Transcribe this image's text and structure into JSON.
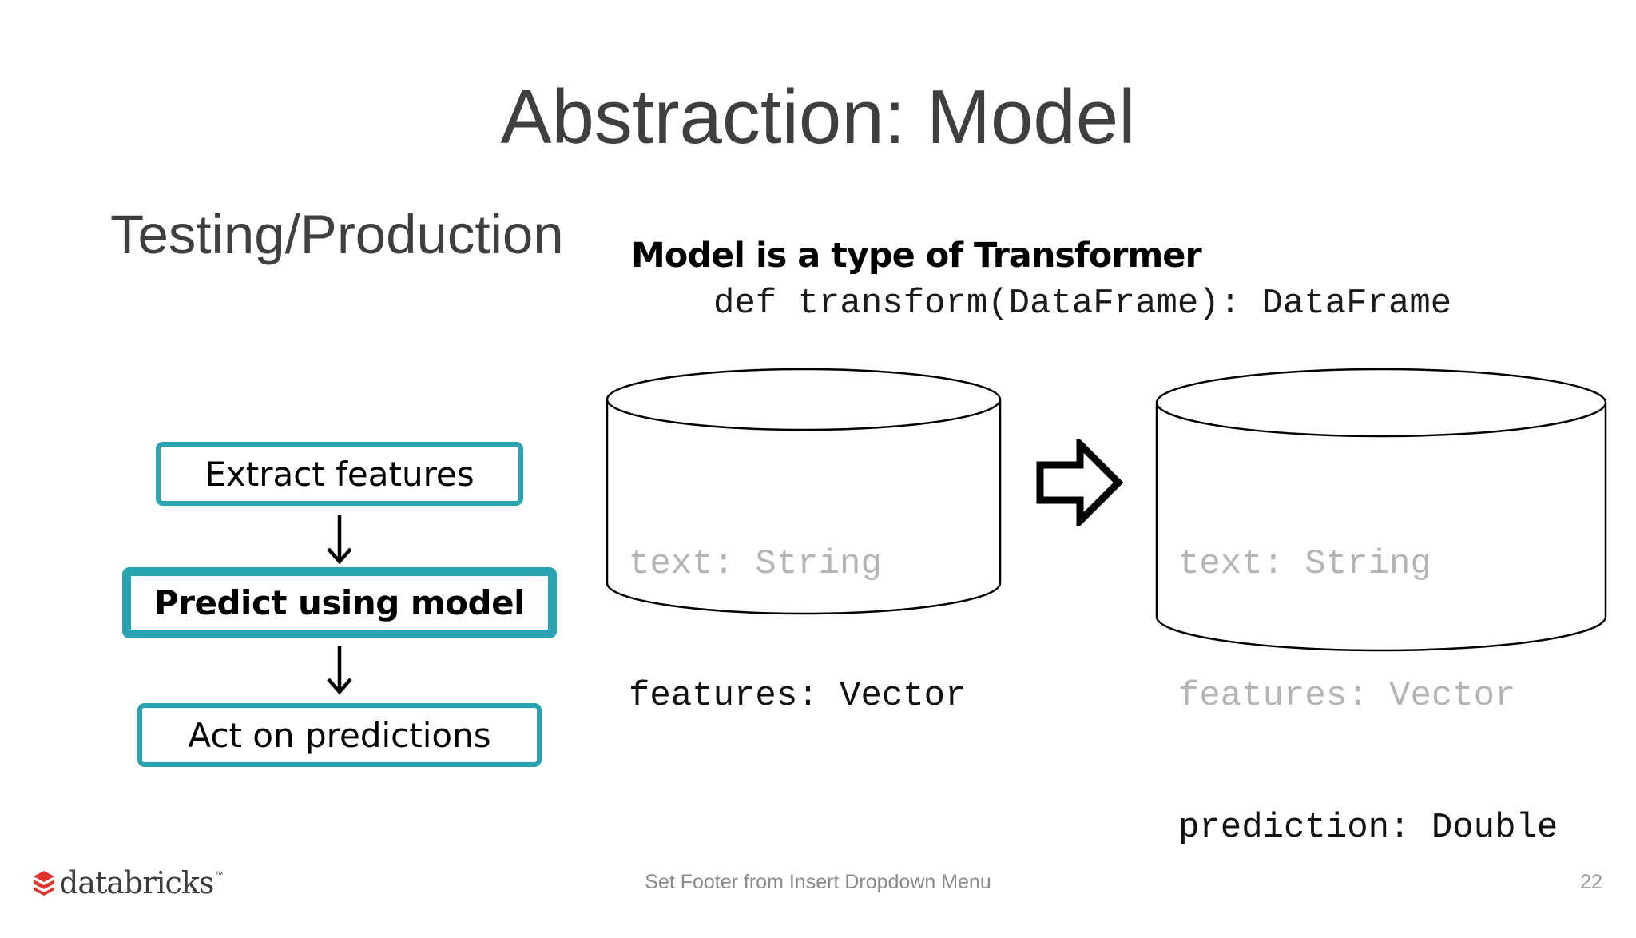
{
  "slide": {
    "title": "Abstraction: Model",
    "subtitle": "Testing/Production"
  },
  "pipeline": {
    "steps": [
      {
        "label": "Extract features",
        "emphasized": false
      },
      {
        "label": "Predict using model",
        "emphasized": true
      },
      {
        "label": "Act on predictions",
        "emphasized": false
      }
    ],
    "accent_color": "#2aa3b2"
  },
  "transformer": {
    "heading": "Model is a type of Transformer",
    "signature": "def transform(DataFrame): DataFrame"
  },
  "input_dataframe": {
    "fields": [
      {
        "text": "text: String",
        "dimmed": true
      },
      {
        "text": "features: Vector",
        "dimmed": false
      }
    ]
  },
  "output_dataframe": {
    "fields": [
      {
        "text": "text: String",
        "dimmed": true
      },
      {
        "text": "features: Vector",
        "dimmed": true
      },
      {
        "text": "prediction: Double",
        "dimmed": false
      }
    ]
  },
  "arrow_icon": "hollow-right-arrow-icon",
  "footer": {
    "logo_text": "databricks",
    "logo_tm": "™",
    "logo_color": "#e0322c",
    "text": "Set Footer from Insert Dropdown Menu",
    "page_number": "22"
  }
}
